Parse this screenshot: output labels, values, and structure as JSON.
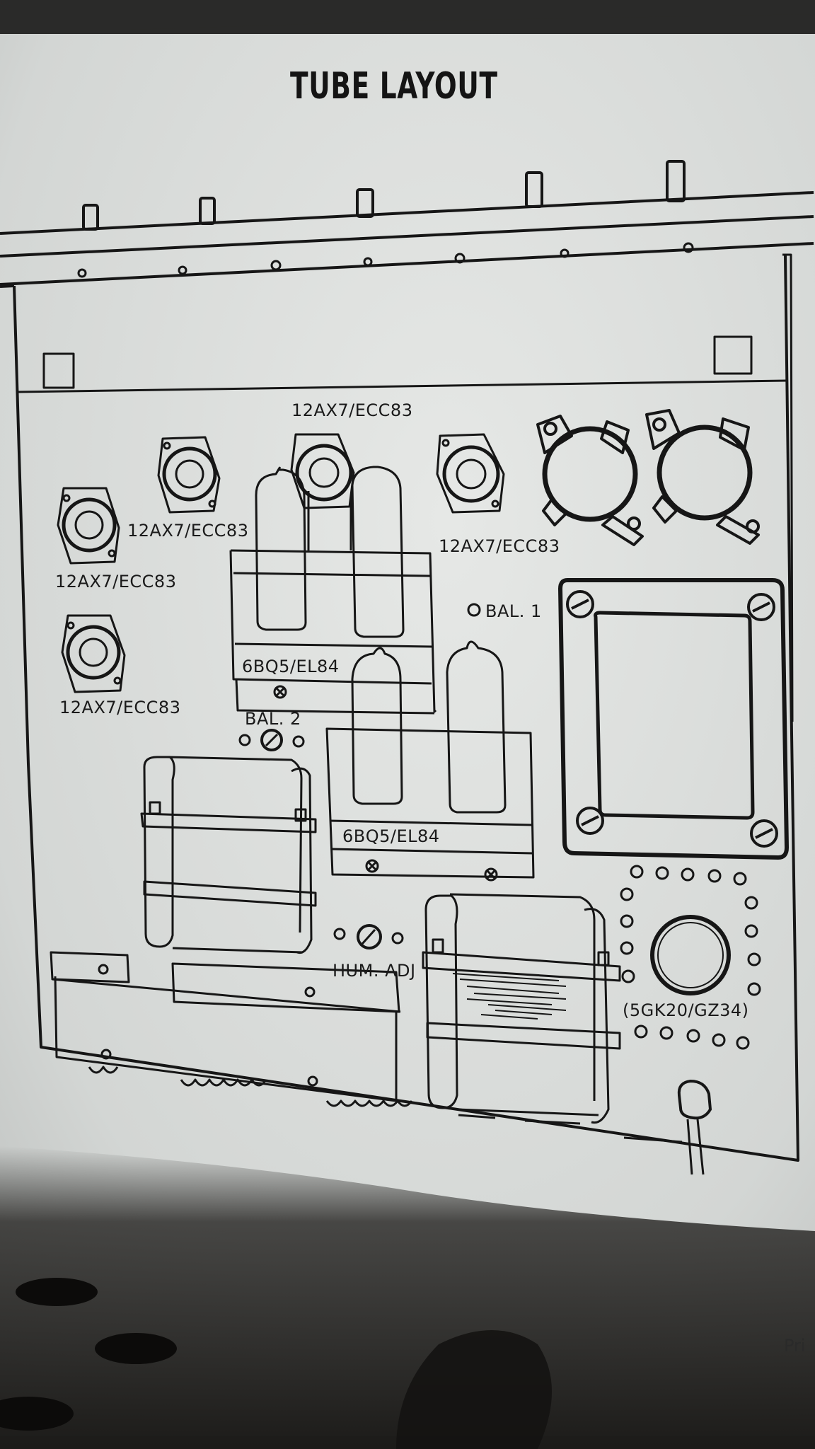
{
  "diagram": {
    "title": "TUBE LAYOUT",
    "tube_labels": {
      "v1": "12AX7/ECC83",
      "v2": "12AX7/ECC83",
      "v3": "12AX7/ECC83",
      "v4": "12AX7/ECC83",
      "v5": "12AX7/ECC83",
      "power_upper": "6BQ5/EL84",
      "power_lower": "6BQ5/EL84",
      "rectifier": "(5GK20/GZ34)"
    },
    "controls": {
      "bal1": "BAL. 1",
      "bal2": "BAL. 2",
      "hum_adj": "HUM. ADJ"
    },
    "footer_fragment": "Pri"
  },
  "colors": {
    "paper": "#dcdedc",
    "ink": "#161616",
    "background": "#1e1d1b"
  }
}
